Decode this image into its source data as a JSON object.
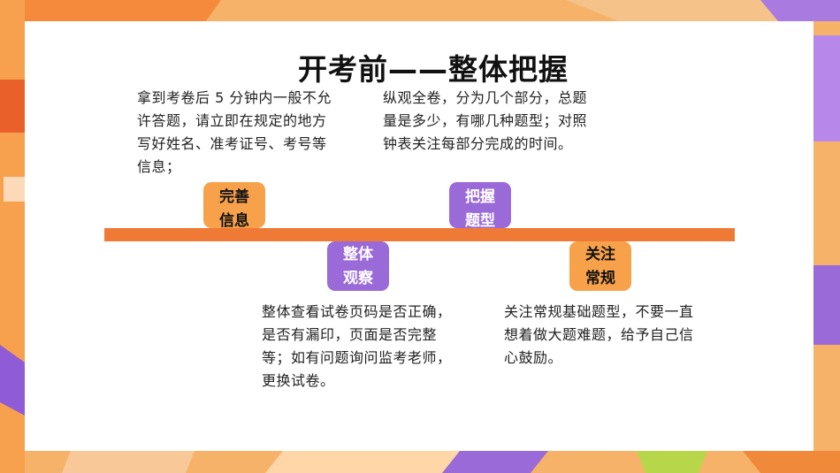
{
  "slide": {
    "title": "开考前——整体把握"
  },
  "items": [
    {
      "tag_line1": "完善",
      "tag_line2": "信息",
      "text": "拿到考卷后 5 分钟内一般不允许答题，请立即在规定的地方写好姓名、准考证号、考号等信息；"
    },
    {
      "tag_line1": "整体",
      "tag_line2": "观察",
      "text": "整体查看试卷页码是否正确，是否有漏印，页面是否完整等；如有问题询问监考老师，更换试卷。"
    },
    {
      "tag_line1": "把握",
      "tag_line2": "题型",
      "text": "纵观全卷，分为几个部分，总题量是多少，有哪几种题型；对照钟表关注每部分完成的时间。"
    },
    {
      "tag_line1": "关注",
      "tag_line2": "常规",
      "text": "关注常规基础题型，不要一直想着做大题难题，给予自己信心鼓励。"
    }
  ],
  "colors": {
    "accent_orange": "#ef7a36",
    "tag_orange": "#f7a24a",
    "tag_purple": "#9a6ad8"
  }
}
